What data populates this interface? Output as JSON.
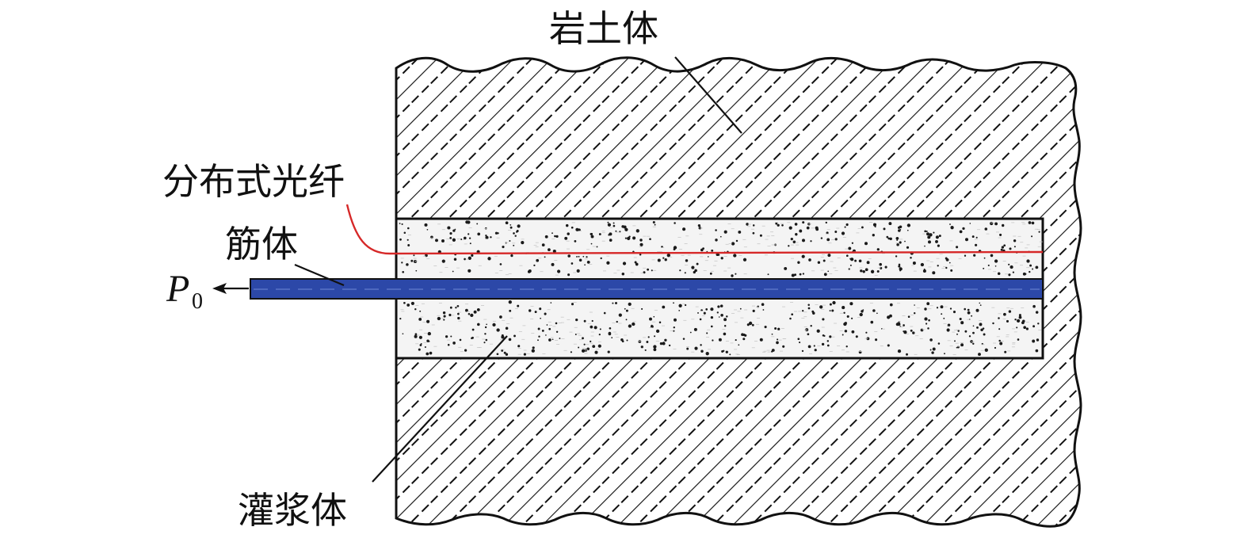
{
  "labels": {
    "rock_soil": "岩土体",
    "fiber": "分布式光纤",
    "tendon": "筋体",
    "grout": "灌浆体",
    "load_symbol": "P",
    "load_subscript": "0"
  },
  "colors": {
    "fiber_line": "#d62828",
    "tendon_fill": "#2c48a8",
    "grout_fill": "#f4f4f4",
    "outline": "#111111"
  }
}
